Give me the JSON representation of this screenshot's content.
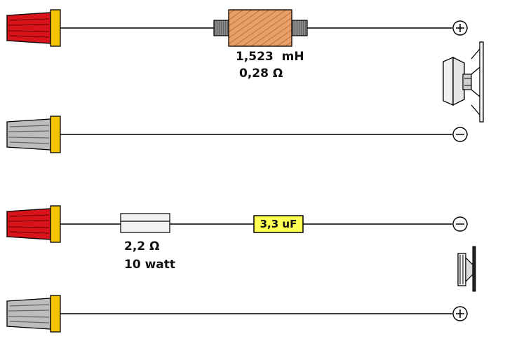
{
  "colors": {
    "wire": "#000000",
    "terminal_red": "#d8141b",
    "terminal_gray": "#bdbdbd",
    "terminal_base": "#f5c400",
    "inductor": "#e8a06a",
    "capacitor": "#ffff55",
    "resistor": "#f2f2f2"
  },
  "woofer_circuit": {
    "inductor": {
      "inductance": "1,523  mH",
      "resistance": "0,28 Ω"
    },
    "positive_terminal": "+",
    "negative_terminal": "−"
  },
  "tweeter_circuit": {
    "resistor": {
      "resistance": "2,2 Ω",
      "power": "10 watt"
    },
    "capacitor": {
      "capacitance": "3,3 uF"
    },
    "negative_terminal": "−",
    "positive_terminal": "+"
  },
  "icons": [
    "red-terminal-icon",
    "gray-terminal-icon",
    "inductor-coil-icon",
    "resistor-icon",
    "capacitor-icon",
    "woofer-speaker-icon",
    "tweeter-speaker-icon",
    "plus-terminal-icon",
    "minus-terminal-icon"
  ]
}
